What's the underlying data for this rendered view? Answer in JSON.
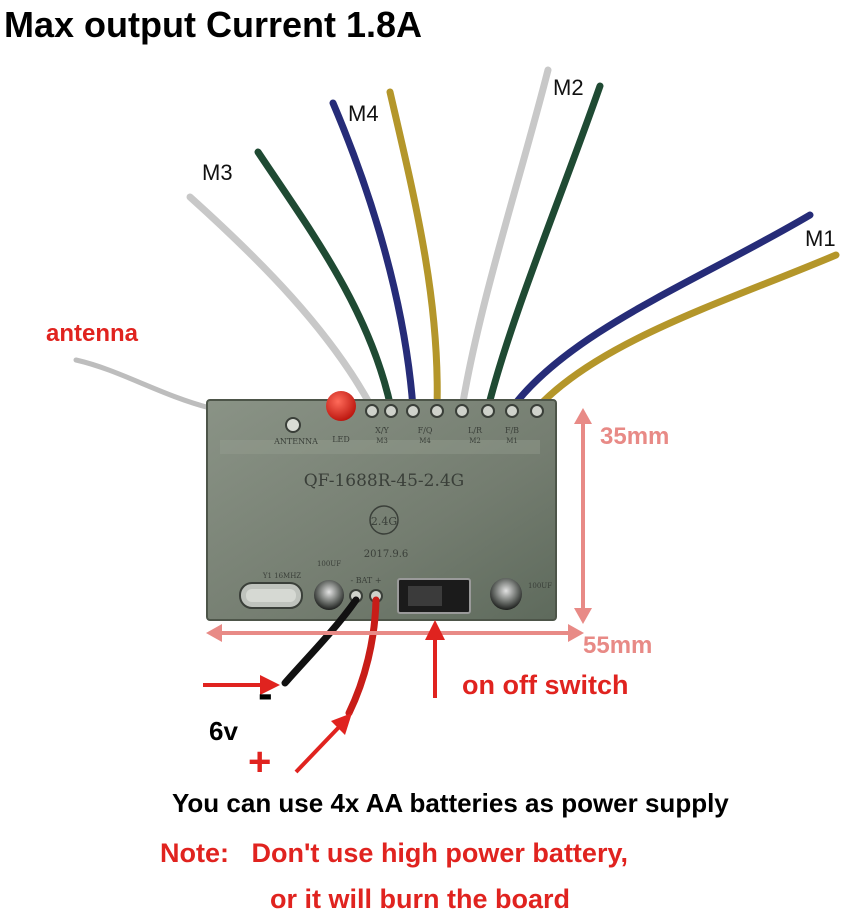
{
  "title": "Max output Current 1.8A",
  "motor_labels": {
    "m1": "M1",
    "m2": "M2",
    "m3": "M3",
    "m4": "M4"
  },
  "antenna_label": "antenna",
  "dimensions": {
    "height": "35mm",
    "width": "55mm"
  },
  "switch_label": "on off switch",
  "voltage_label": "6v",
  "polarity": {
    "negative": "-",
    "positive": "+"
  },
  "supply_text": "You can use 4x AA batteries as power supply",
  "note": {
    "prefix": "Note:",
    "line1": "Don't use high power battery,",
    "line2": "or it will burn the board"
  },
  "board": {
    "model": "QF-1688R-45-2.4G",
    "badge": "2.4G",
    "date": "2017.9.6",
    "pin_labels": [
      "ANTENNA",
      "LED",
      "X/Y",
      "M3",
      "F/Q",
      "M4",
      "L/R",
      "M2",
      "F/B",
      "M1"
    ],
    "crystal": "Y1 16MHZ",
    "cap_left": "100UF",
    "cap_right": "100UF",
    "battery_pins": "- BAT +"
  },
  "colors": {
    "board": "#7e8779",
    "wire_white": "#c8c8c8",
    "wire_green": "#1f4a33",
    "wire_blue": "#262c78",
    "wire_yellow": "#b4962a",
    "arrow_red": "#e0231f",
    "dimension_pink": "#e88a86"
  }
}
